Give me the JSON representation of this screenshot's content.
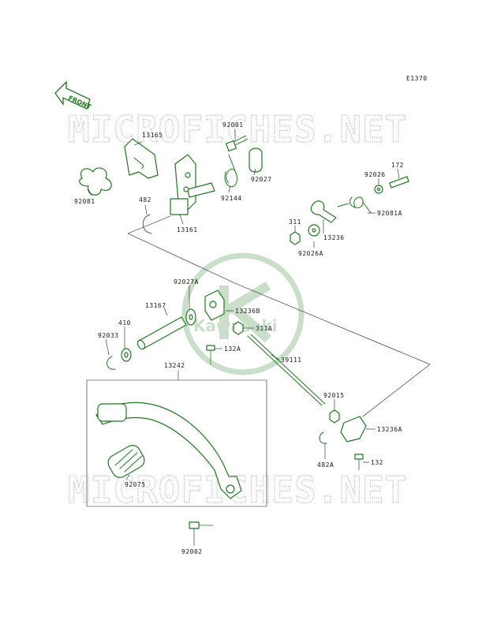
{
  "diagram": {
    "code": "E1370",
    "front_label": "FRONT",
    "watermark_top": "MICROFICHES.NET",
    "watermark_bottom": "MICROFICHES.NET",
    "logo_text": "Kawasaki",
    "accent_color": "#1e7a1e",
    "parts": {
      "p13165": "13165",
      "p92001": "92001",
      "p92081": "92081",
      "p92144": "92144",
      "p92027": "92027",
      "p482": "482",
      "p13161": "13161",
      "p172": "172",
      "p92026": "92026",
      "p92081A": "92081A",
      "p311": "311",
      "p13236": "13236",
      "p92026A": "92026A",
      "p92027A": "92027A",
      "p13167": "13167",
      "p13236B": "13236B",
      "p410": "410",
      "p311A": "311A",
      "p92033": "92033",
      "p132A": "132A",
      "p39111": "39111",
      "p13242": "13242",
      "p92015": "92015",
      "p13236A": "13236A",
      "p482A": "482A",
      "p132": "132",
      "p92075": "92075",
      "p92002": "92002"
    }
  }
}
